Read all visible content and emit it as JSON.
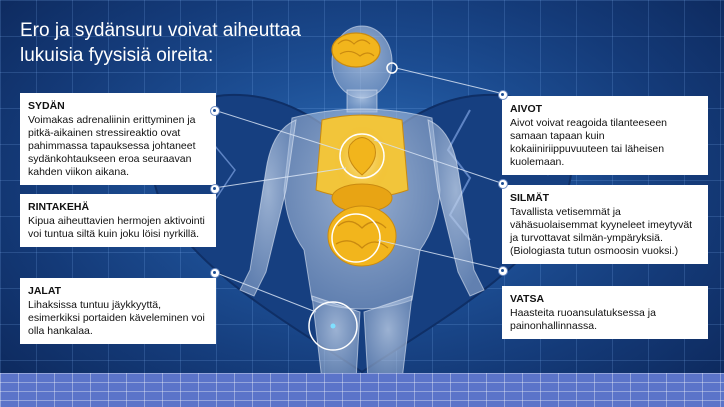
{
  "title": "Ero ja sydänsuru voivat aiheuttaa lukuisia fyysisiä oireita:",
  "sections": {
    "sydan": {
      "heading": "SYDÄN",
      "text": "Voimakas adrenaliinin erittyminen ja pitkä-aikainen stressireaktio ovat pahimmassa tapauksessa johtaneet sydänkohtaukseen eroa seuraavan kahden viikon aikana."
    },
    "rintakeha": {
      "heading": "RINTAKEHÄ",
      "text": "Kipua aiheuttavien hermojen aktivointi voi tuntua siltä kuin joku löisi nyrkillä."
    },
    "jalat": {
      "heading": "JALAT",
      "text": "Lihaksissa tuntuu jäykkyyttä, esimerkiksi portaiden käveleminen voi olla hankalaa."
    },
    "aivot": {
      "heading": "AIVOT",
      "text": "Aivot voivat reagoida tilanteeseen samaan tapaan kuin kokaiiniriippuvuuteen tai läheisen kuolemaan."
    },
    "silmat": {
      "heading": "SILMÄT",
      "text": "Tavallista vetisemmät ja vähäsuolaisemmat kyyneleet imeytyvät ja turvottavat silmän-ympäryksiä. (Biologiasta tutun osmoosin vuoksi.)"
    },
    "vatsa": {
      "heading": "VATSA",
      "text": "Haasteita ruoansulatuksessa ja painonhallinnassa."
    }
  },
  "colors": {
    "background": "#1d4f95",
    "floor": "#5b74c9",
    "heart": "#163f80",
    "organs": "#f2b51c",
    "box": "#ffffff"
  }
}
